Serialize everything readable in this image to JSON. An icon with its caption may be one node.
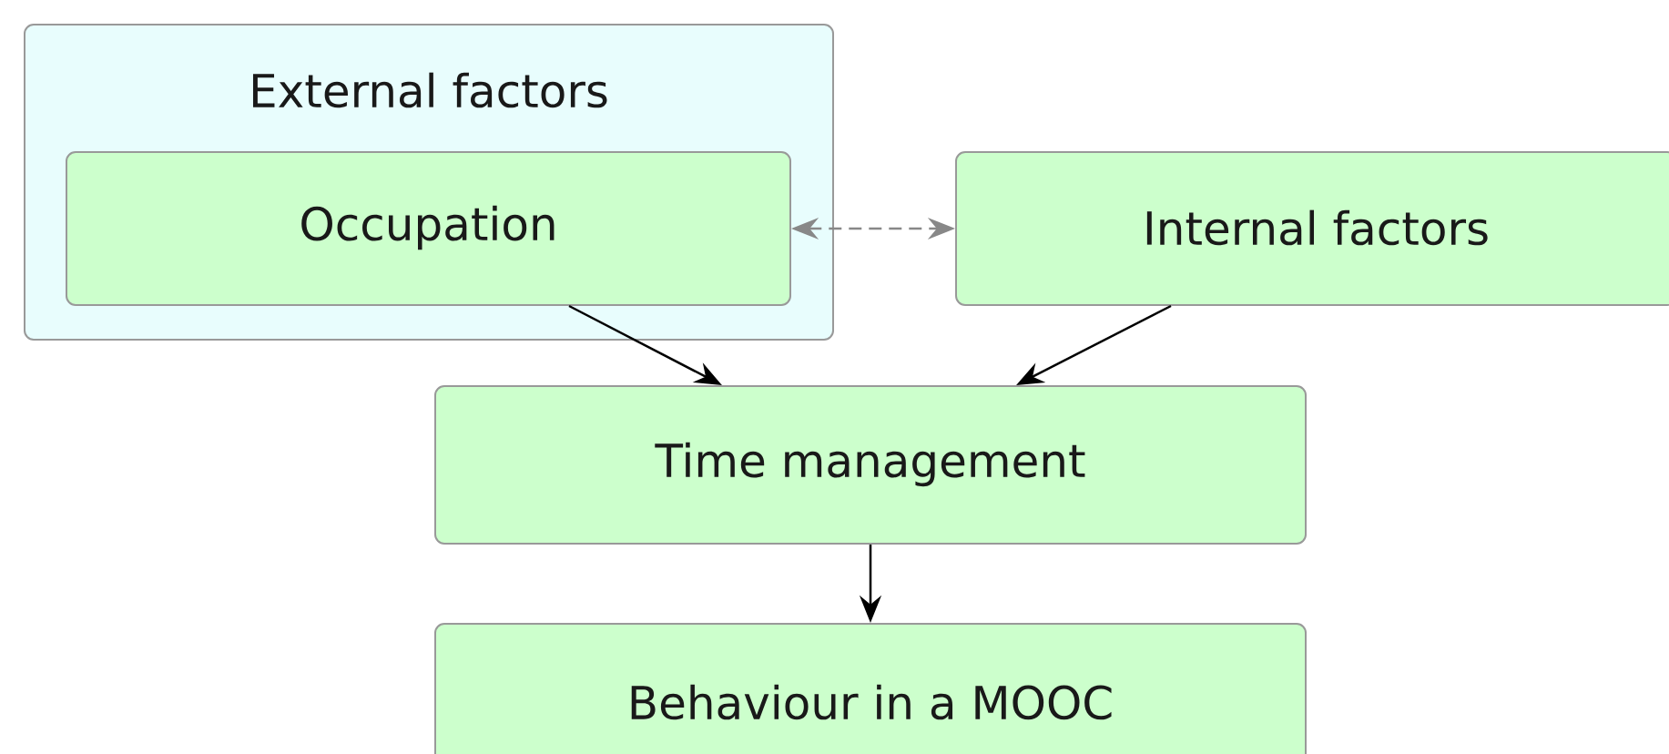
{
  "diagram": {
    "nodes": [
      {
        "text": [
          "External factors"
        ]
      },
      {
        "text": [
          "Occupation"
        ],
        "in": 0
      },
      {
        "text": [
          "Internal factors"
        ]
      },
      {
        "text": [
          "Time management"
        ]
      },
      {
        "text": [
          "Behaviour in a MOOC"
        ]
      }
    ],
    "edges": [
      {
        "from": 1,
        "to": 2,
        "arrow": "both",
        "style": "dashed",
        "color": "#888888"
      },
      {
        "from": 1,
        "to": 3,
        "arrow": "to"
      },
      {
        "from": 2,
        "to": 3,
        "arrow": "to"
      },
      {
        "from": 3,
        "to": 4,
        "arrow": "to"
      }
    ]
  }
}
